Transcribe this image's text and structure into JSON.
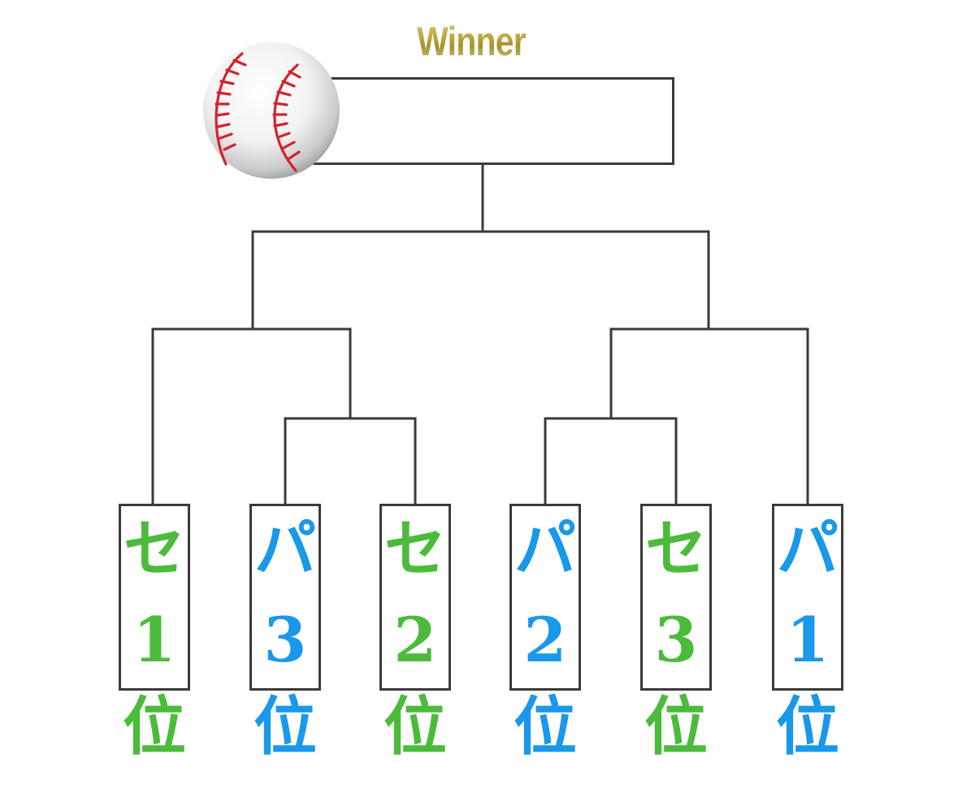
{
  "title": "Winner",
  "colors": {
    "central": "#4cbb3c",
    "pacific": "#1a98ea",
    "line": "#3a3a3a",
    "seam": "#d3232f"
  },
  "ball_icon": "baseball-icon",
  "teams": [
    {
      "league": "セ",
      "rank": "1",
      "suffix": "位",
      "color_key": "central"
    },
    {
      "league": "パ",
      "rank": "3",
      "suffix": "位",
      "color_key": "pacific"
    },
    {
      "league": "セ",
      "rank": "2",
      "suffix": "位",
      "color_key": "central"
    },
    {
      "league": "パ",
      "rank": "2",
      "suffix": "位",
      "color_key": "pacific"
    },
    {
      "league": "セ",
      "rank": "3",
      "suffix": "位",
      "color_key": "central"
    },
    {
      "league": "パ",
      "rank": "1",
      "suffix": "位",
      "color_key": "pacific"
    }
  ]
}
